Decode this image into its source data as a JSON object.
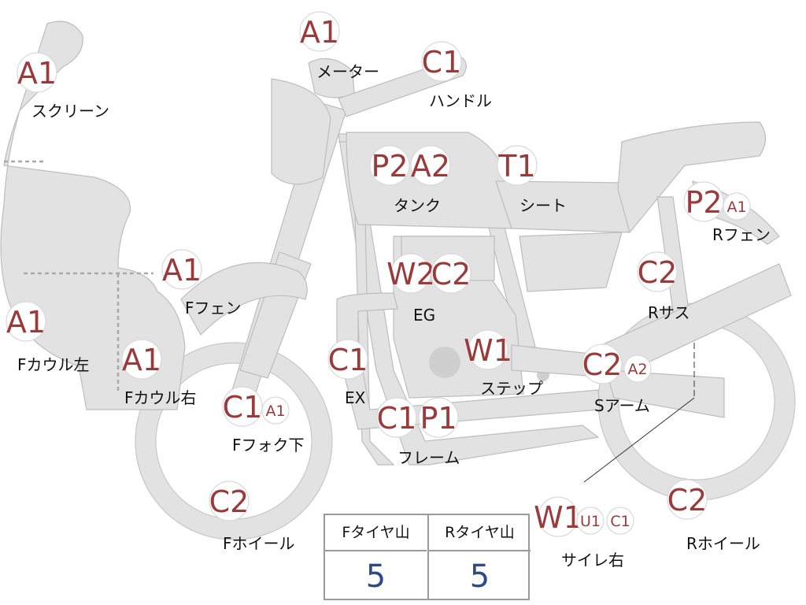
{
  "colors": {
    "grade": "#9b3a3a",
    "label": "#111111",
    "part_fill": "#e2e2e2",
    "part_stroke": "#bdbdbd",
    "tire_value": "#2e4a86"
  },
  "parts": [
    {
      "name": "screen",
      "label": "スクリーン",
      "grades": [
        "A1"
      ]
    },
    {
      "name": "meter",
      "label": "メーター",
      "grades": [
        "A1"
      ]
    },
    {
      "name": "handle",
      "label": "ハンドル",
      "grades": [
        "C1"
      ]
    },
    {
      "name": "tank",
      "label": "タンク",
      "grades": [
        "P2",
        "A2"
      ]
    },
    {
      "name": "seat",
      "label": "シート",
      "grades": [
        "T1"
      ]
    },
    {
      "name": "r-fender",
      "label": "Rフェン",
      "grades": [
        "P2",
        "A1"
      ]
    },
    {
      "name": "r-suspension",
      "label": "Rサス",
      "grades": [
        "C2"
      ]
    },
    {
      "name": "engine",
      "label": "EG",
      "grades": [
        "W2",
        "C2"
      ]
    },
    {
      "name": "f-fender",
      "label": "Fフェン",
      "grades": [
        "A1"
      ]
    },
    {
      "name": "f-cowl-left",
      "label": "Fカウル左",
      "grades": [
        "A1"
      ]
    },
    {
      "name": "f-cowl-right",
      "label": "Fカウル右",
      "grades": [
        "A1"
      ]
    },
    {
      "name": "exhaust",
      "label": "EX",
      "grades": [
        "C1"
      ]
    },
    {
      "name": "step",
      "label": "ステップ",
      "grades": [
        "W1"
      ]
    },
    {
      "name": "swing-arm",
      "label": "Sアーム",
      "grades": [
        "C2",
        "A2"
      ]
    },
    {
      "name": "f-fork-lower",
      "label": "Fフォク下",
      "grades": [
        "C1",
        "A1"
      ]
    },
    {
      "name": "frame",
      "label": "フレーム",
      "grades": [
        "C1",
        "P1"
      ]
    },
    {
      "name": "f-wheel",
      "label": "Fホイール",
      "grades": [
        "C2"
      ]
    },
    {
      "name": "side-cover-right",
      "label": "サイレ右",
      "grades": [
        "W1",
        "U1",
        "C1"
      ]
    },
    {
      "name": "r-wheel",
      "label": "Rホイール",
      "grades": [
        "C2"
      ]
    }
  ],
  "tire_table": {
    "front_label": "Fタイヤ山",
    "front_value": "5",
    "rear_label": "Rタイヤ山",
    "rear_value": "5"
  }
}
